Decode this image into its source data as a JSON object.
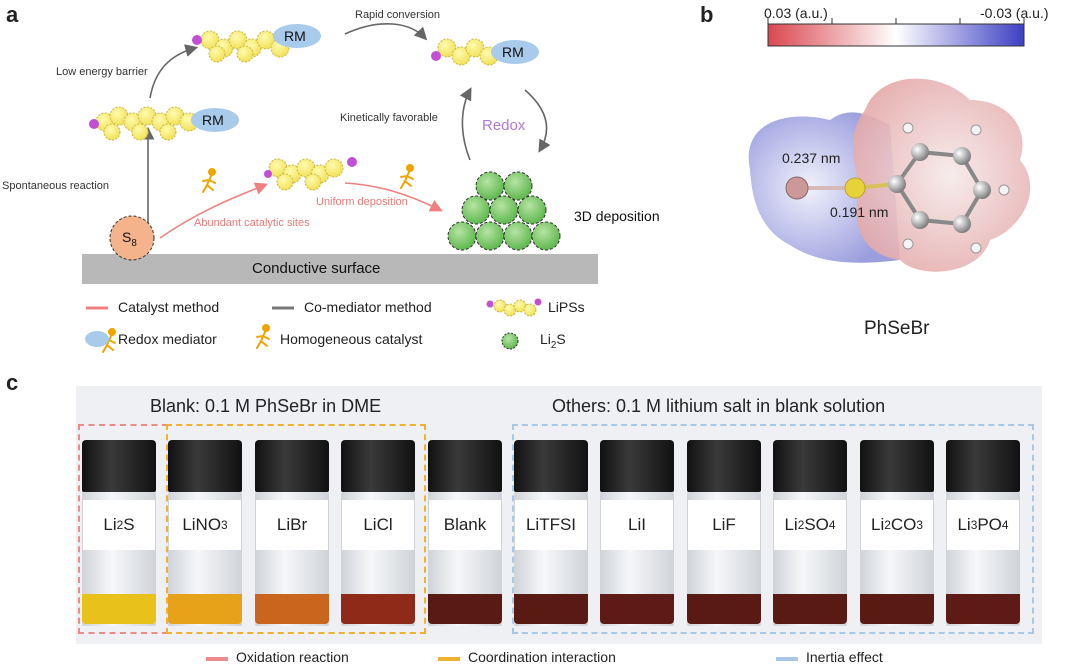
{
  "panels": {
    "a": "a",
    "b": "b",
    "c": "c"
  },
  "panel_a": {
    "rm_label": "RM",
    "rapid_conversion": "Rapid conversion",
    "low_energy_barrier": "Low energy barrier",
    "kinetically_favorable": "Kinetically favorable",
    "redox": "Redox",
    "spontaneous_reaction": "Spontaneous reaction",
    "abundant_sites": "Abundant catalytic sites",
    "uniform_deposition": "Uniform deposition",
    "deposition_3d": "3D deposition",
    "s8_base": "S",
    "s8_sub": "8",
    "surface": "Conductive surface",
    "legend": {
      "catalyst": "Catalyst method",
      "co_mediator": "Co-mediator method",
      "lipss": "LiPSs",
      "redox_mediator": "Redox mediator",
      "homogeneous": "Homogeneous catalyst",
      "li2s_base": "Li",
      "li2s_sub": "2",
      "li2s_end": "S"
    },
    "colors": {
      "catalyst": "#f08080",
      "co_mediator": "#777777",
      "rm": "#9cc3e6",
      "lipss": "#f5e96a",
      "li2s": "#7ccb6a",
      "s8": "#f4b38a"
    }
  },
  "panel_b": {
    "scale_left": "0.03 (a.u.)",
    "scale_right": "-0.03 (a.u.)",
    "bond_1": "0.237 nm",
    "bond_2": "0.191 nm",
    "molecule": "PhSeBr"
  },
  "panel_c": {
    "blank_title": "Blank: 0.1 M PhSeBr in DME",
    "others_title": "Others: 0.1 M lithium salt in blank solution",
    "vials": [
      {
        "base": "Li",
        "sub": "2",
        "end": "S",
        "liquid": "#e8c21a"
      },
      {
        "base": "LiNO",
        "sub": "3",
        "end": "",
        "liquid": "#e8a21a"
      },
      {
        "base": "LiBr",
        "sub": "",
        "end": "",
        "liquid": "#c9651c"
      },
      {
        "base": "LiCl",
        "sub": "",
        "end": "",
        "liquid": "#8f2a18"
      },
      {
        "base": "Blank",
        "sub": "",
        "end": "",
        "liquid": "#5a1a14"
      },
      {
        "base": "LiTFSI",
        "sub": "",
        "end": "",
        "liquid": "#5a1a14"
      },
      {
        "base": "LiI",
        "sub": "",
        "end": "",
        "liquid": "#5e1a15"
      },
      {
        "base": "LiF",
        "sub": "",
        "end": "",
        "liquid": "#5a1a14"
      },
      {
        "base": "Li",
        "sub": "2",
        "end": "SO",
        "sub2": "4",
        "liquid": "#5a1a14"
      },
      {
        "base": "Li",
        "sub": "2",
        "end": "CO",
        "sub2": "3",
        "liquid": "#5a1a14"
      },
      {
        "base": "Li",
        "sub": "3",
        "end": "PO",
        "sub2": "4",
        "liquid": "#5e1a15"
      }
    ],
    "legend": {
      "oxidation": "Oxidation reaction",
      "coordination": "Coordination interaction",
      "inertia": "Inertia effect"
    },
    "colors": {
      "oxidation": "#f08a8a",
      "coordination": "#f0b030",
      "inertia": "#a8c8e8"
    }
  }
}
